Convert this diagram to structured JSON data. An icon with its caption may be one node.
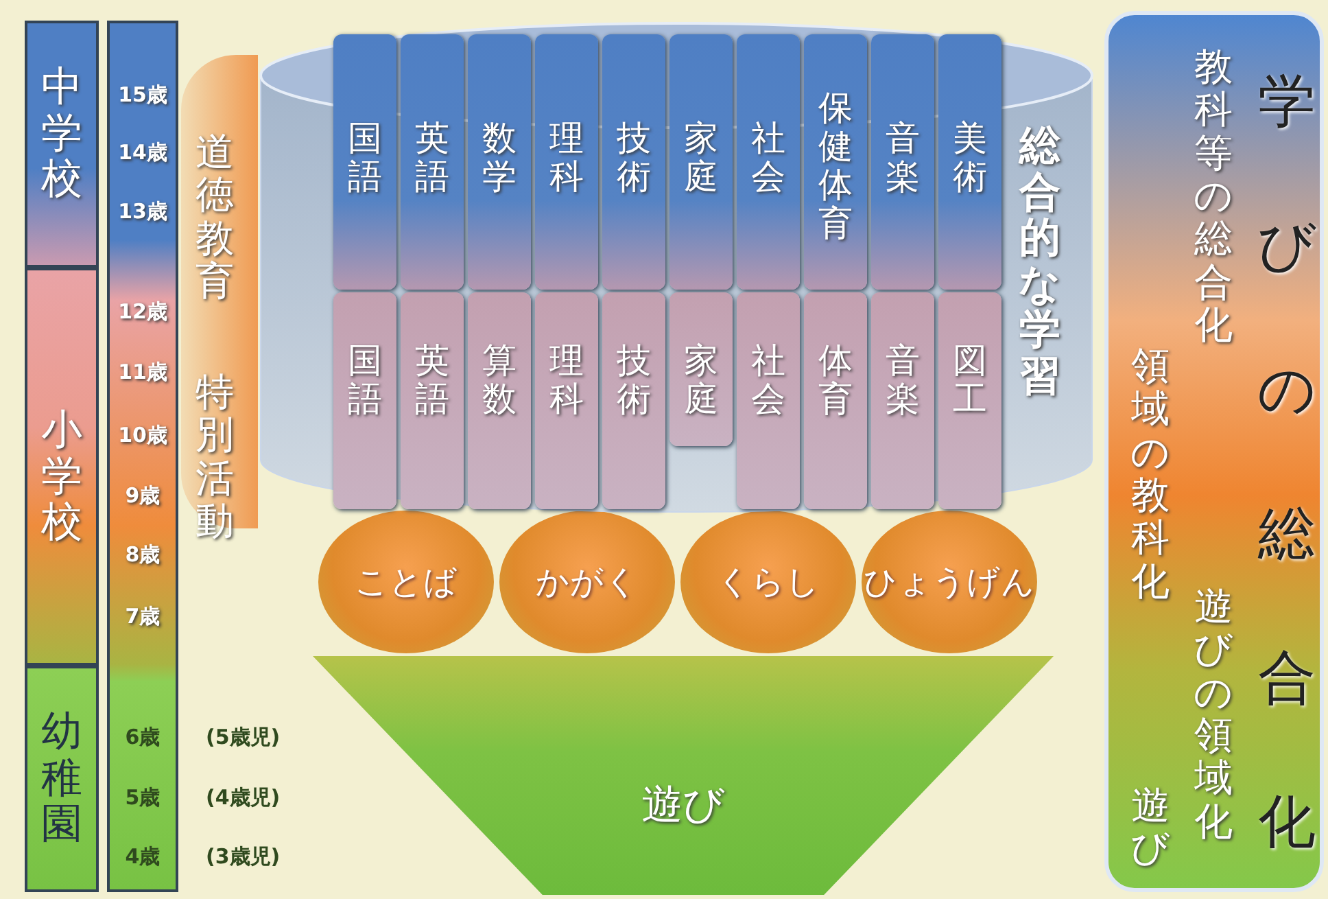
{
  "diagram": {
    "nodes": [
      {
        "text": [
          "中学校"
        ]
      },
      {
        "text": [
          "小学校"
        ]
      },
      {
        "text": [
          "幼稚園"
        ]
      },
      {
        "text": [
          "道徳教育",
          "特別活動"
        ]
      },
      {
        "text": [],
        "shape": "cylinder"
      },
      {
        "text": [
          "国語"
        ],
        "in": 4
      },
      {
        "text": [
          "英語"
        ],
        "in": 4
      },
      {
        "text": [
          "数学"
        ],
        "in": 4
      },
      {
        "text": [
          "理科"
        ],
        "in": 4
      },
      {
        "text": [
          "技術"
        ],
        "in": 4
      },
      {
        "text": [
          "家庭"
        ],
        "in": 4
      },
      {
        "text": [
          "社会"
        ],
        "in": 4
      },
      {
        "text": [
          "保健体育"
        ],
        "in": 4
      },
      {
        "text": [
          "音楽"
        ],
        "in": 4
      },
      {
        "text": [
          "美術"
        ],
        "in": 4
      },
      {
        "text": [
          "国語"
        ],
        "in": 4
      },
      {
        "text": [
          "英語"
        ],
        "in": 4
      },
      {
        "text": [
          "算数"
        ],
        "in": 4
      },
      {
        "text": [
          "理科"
        ],
        "in": 4
      },
      {
        "text": [
          "技術"
        ],
        "in": 4
      },
      {
        "text": [
          "家庭"
        ],
        "in": 4
      },
      {
        "text": [
          "社会"
        ],
        "in": 4
      },
      {
        "text": [
          "体育"
        ],
        "in": 4
      },
      {
        "text": [
          "音楽"
        ],
        "in": 4
      },
      {
        "text": [
          "図工"
        ],
        "in": 4
      },
      {
        "text": [
          "総合的な学習"
        ],
        "in": 4
      },
      {
        "text": [
          "ことば"
        ]
      },
      {
        "text": [
          "かがく"
        ]
      },
      {
        "text": [
          "くらし"
        ]
      },
      {
        "text": [
          "ひょうげん"
        ]
      },
      {
        "text": [
          "遊び"
        ]
      },
      {
        "text": [
          "学びの総合化",
          "教科等の総合化",
          "領域の教科化",
          "遊びの領域化",
          "遊び"
        ]
      }
    ],
    "labels": [
      "15歳",
      "14歳",
      "13歳",
      "12歳",
      "11歳",
      "10歳",
      "9歳",
      "8歳",
      "7歳",
      "6歳",
      "(5歳児)",
      "5歳",
      "(4歳児)",
      "4歳",
      "(3歳児)"
    ]
  }
}
